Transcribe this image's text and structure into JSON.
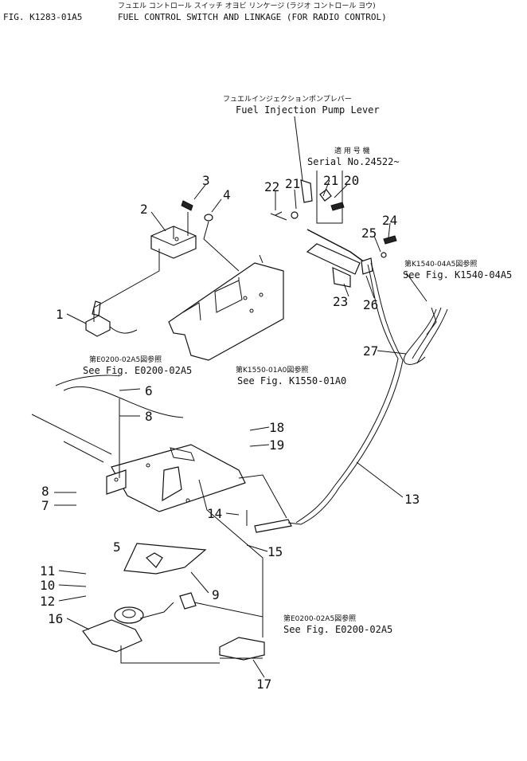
{
  "header": {
    "jp_title": "フュエル コントロール スイッチ オヨビ リンケージ (ラジオ コントロール ヨウ)",
    "fig_no": "FIG. K1283-01A5",
    "title": "FUEL CONTROL SWITCH AND LINKAGE (FOR RADIO CONTROL)"
  },
  "annotations": {
    "pump_lever_jp": "フュエルインジェクションポンプレバー",
    "pump_lever_en": "Fuel Injection Pump Lever",
    "serial_jp": "適 用 号 機",
    "serial_en": "Serial No.24522~",
    "ref_k1540_jp": "第K1540-04A5図参照",
    "ref_k1540_en": "See Fig. K1540-04A5",
    "ref_e0200a_jp": "第E0200-02A5図参照",
    "ref_e0200a_en": "See Fig. E0200-02A5",
    "ref_k1550_jp": "第K1550-01A0図参照",
    "ref_k1550_en": "See Fig. K1550-01A0",
    "ref_e0200b_jp": "第E0200-02A5図参照",
    "ref_e0200b_en": "See Fig. E0200-02A5"
  },
  "part_numbers": {
    "p1": "1",
    "p2": "2",
    "p3": "3",
    "p4": "4",
    "p5": "5",
    "p6": "6",
    "p7": "7",
    "p8a": "8",
    "p8b": "8",
    "p9": "9",
    "p10": "10",
    "p11": "11",
    "p12": "12",
    "p13": "13",
    "p14": "14",
    "p15": "15",
    "p16": "16",
    "p17": "17",
    "p18": "18",
    "p19": "19",
    "p20": "20",
    "p21a": "21",
    "p21b": "21",
    "p22": "22",
    "p23": "23",
    "p24": "24",
    "p25": "25",
    "p26": "26",
    "p27": "27"
  }
}
